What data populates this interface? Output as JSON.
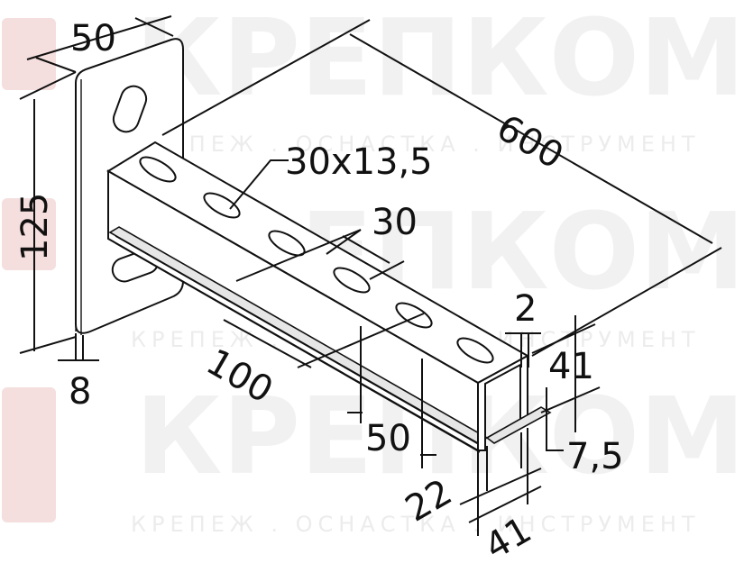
{
  "watermark": {
    "brand": "КРЕПКОМ",
    "tagline": "КРЕПЕЖ . ОСНАСТКА . ИНСТРУМЕНТ",
    "brand_color": "#d9534f"
  },
  "dimensions": {
    "plate_width": "50",
    "plate_height": "125",
    "plate_thickness": "8",
    "length": "600",
    "slot_size": "30x13,5",
    "slot_length": "30",
    "slot_pitch_100": "100",
    "slot_pitch_50": "50",
    "wall_thickness": "2",
    "profile_height": "41",
    "lip": "7,5",
    "opening": "22",
    "profile_width": "41"
  }
}
